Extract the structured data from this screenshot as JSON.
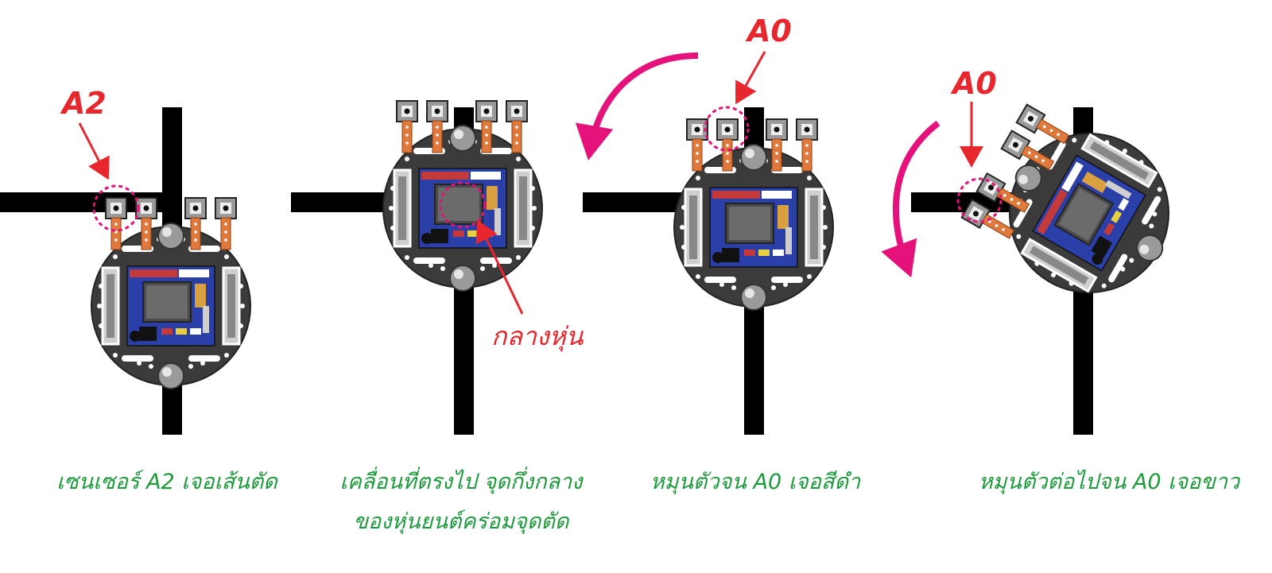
{
  "colors": {
    "track": "#000000",
    "robot_body": "#3b3b3b",
    "sensor_board": "#e07a3c",
    "arrow_red": "#e8262e",
    "arrow_magenta": "#e4127a",
    "caption": "#1d9a3b",
    "board_blue": "#2a3fa8"
  },
  "panels": [
    {
      "sensor_label": "A2",
      "caption": [
        "เซนเซอร์ A2 เจอเส้นตัด"
      ]
    },
    {
      "center_label": "กลางหุ่น",
      "caption": [
        "เคลื่อนที่ตรงไป จุดกึ่งกลาง",
        "ของหุ่นยนต์คร่อมจุดตัด"
      ]
    },
    {
      "sensor_label": "A0",
      "caption": [
        "หมุนตัวจน A0 เจอสีดำ"
      ]
    },
    {
      "sensor_label": "A0",
      "caption": [
        "หมุนตัวต่อไปจน A0 เจอขาว"
      ]
    }
  ],
  "icons": {
    "rotation": "rotate-ccw-arrow-icon",
    "pointer": "red-pointer-arrow-icon",
    "robot": "line-follower-robot-icon"
  }
}
